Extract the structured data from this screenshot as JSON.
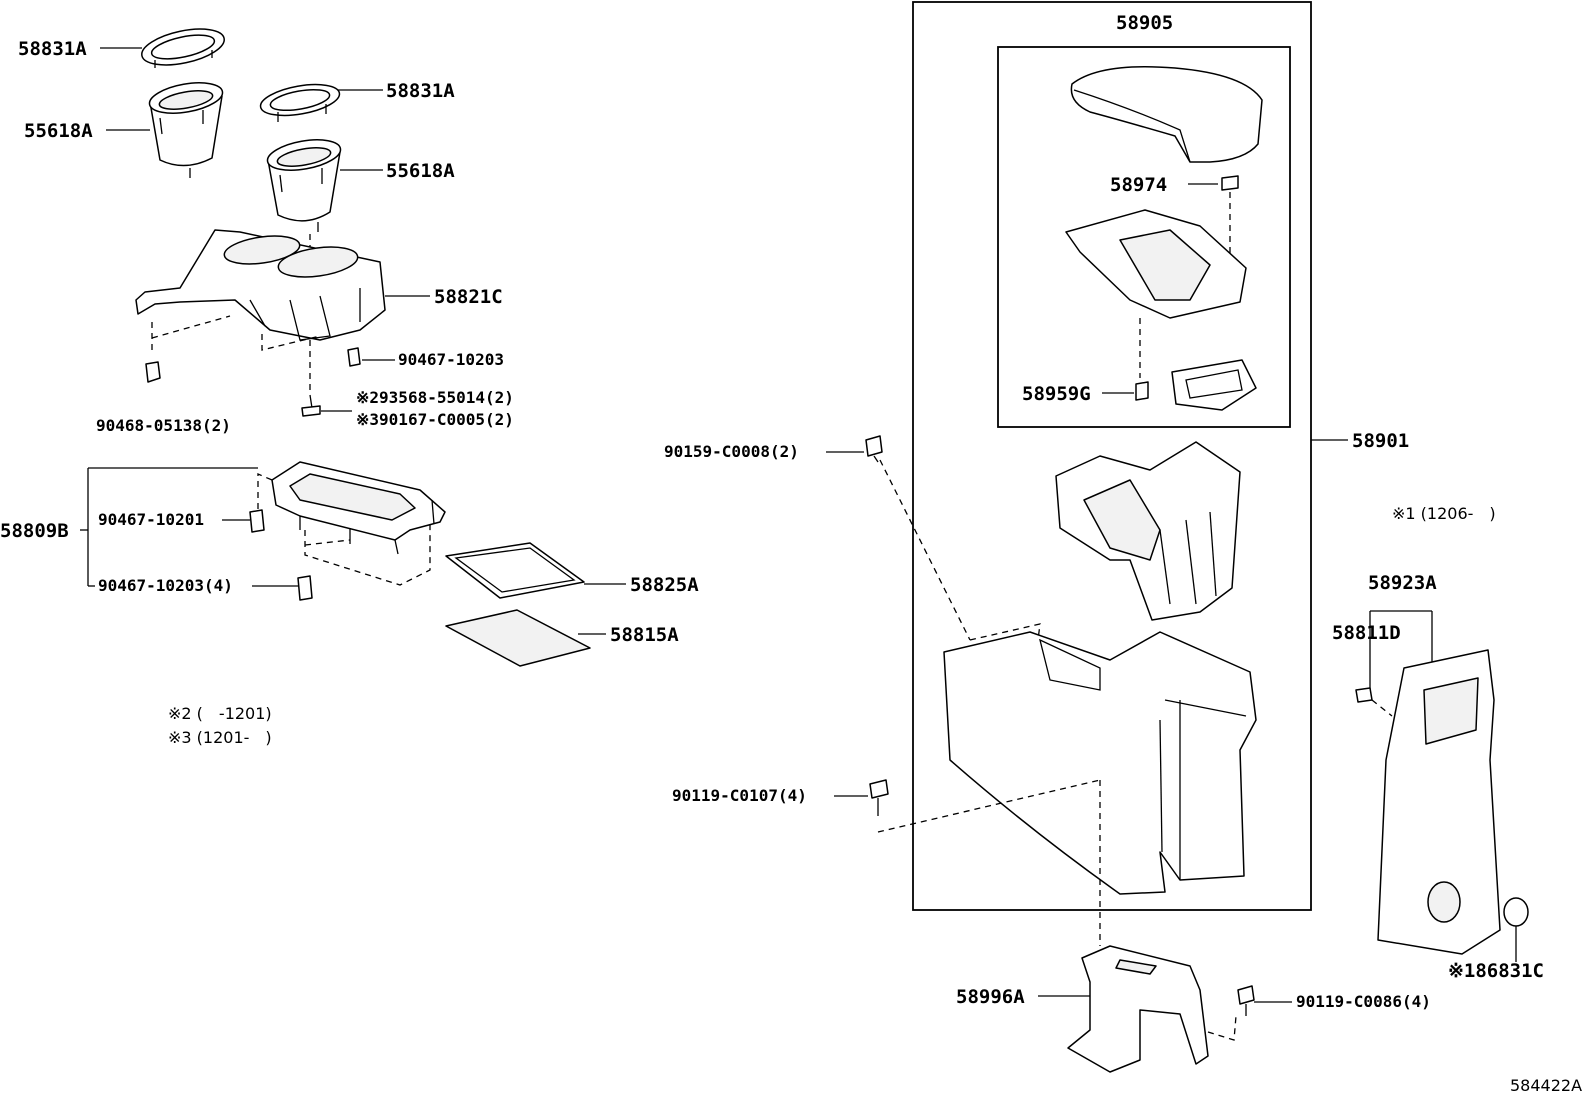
{
  "diagram": {
    "figure_id": "584422A",
    "notes": {
      "note_1": "※1 (1206-　)",
      "note_2": "※2 (　-1201)",
      "note_3": "※3 (1201-　)"
    },
    "parts": {
      "p58831A_left": "58831A",
      "p55618A_left": "55618A",
      "p58831A_right": "58831A",
      "p55618A_right": "55618A",
      "p58821C": "58821C",
      "p90467_10203_a": "90467-10203",
      "p293568": "※293568-55014(2)",
      "p390167": "※390167-C0005(2)",
      "p90468": "90468-05138(2)",
      "p58809B": "58809B",
      "p90467_10201": "90467-10201",
      "p90467_10203_b": "90467-10203(4)",
      "p58825A": "58825A",
      "p58815A": "58815A",
      "p58905": "58905",
      "p58974": "58974",
      "p58959G": "58959G",
      "p58901": "58901",
      "p90159": "90159-C0008(2)",
      "p90119_0107": "90119-C0107(4)",
      "p58996A": "58996A",
      "p90119_0086": "90119-C0086(4)",
      "p58923A": "58923A",
      "p58811D": "58811D",
      "p186831C": "※186831C"
    }
  }
}
